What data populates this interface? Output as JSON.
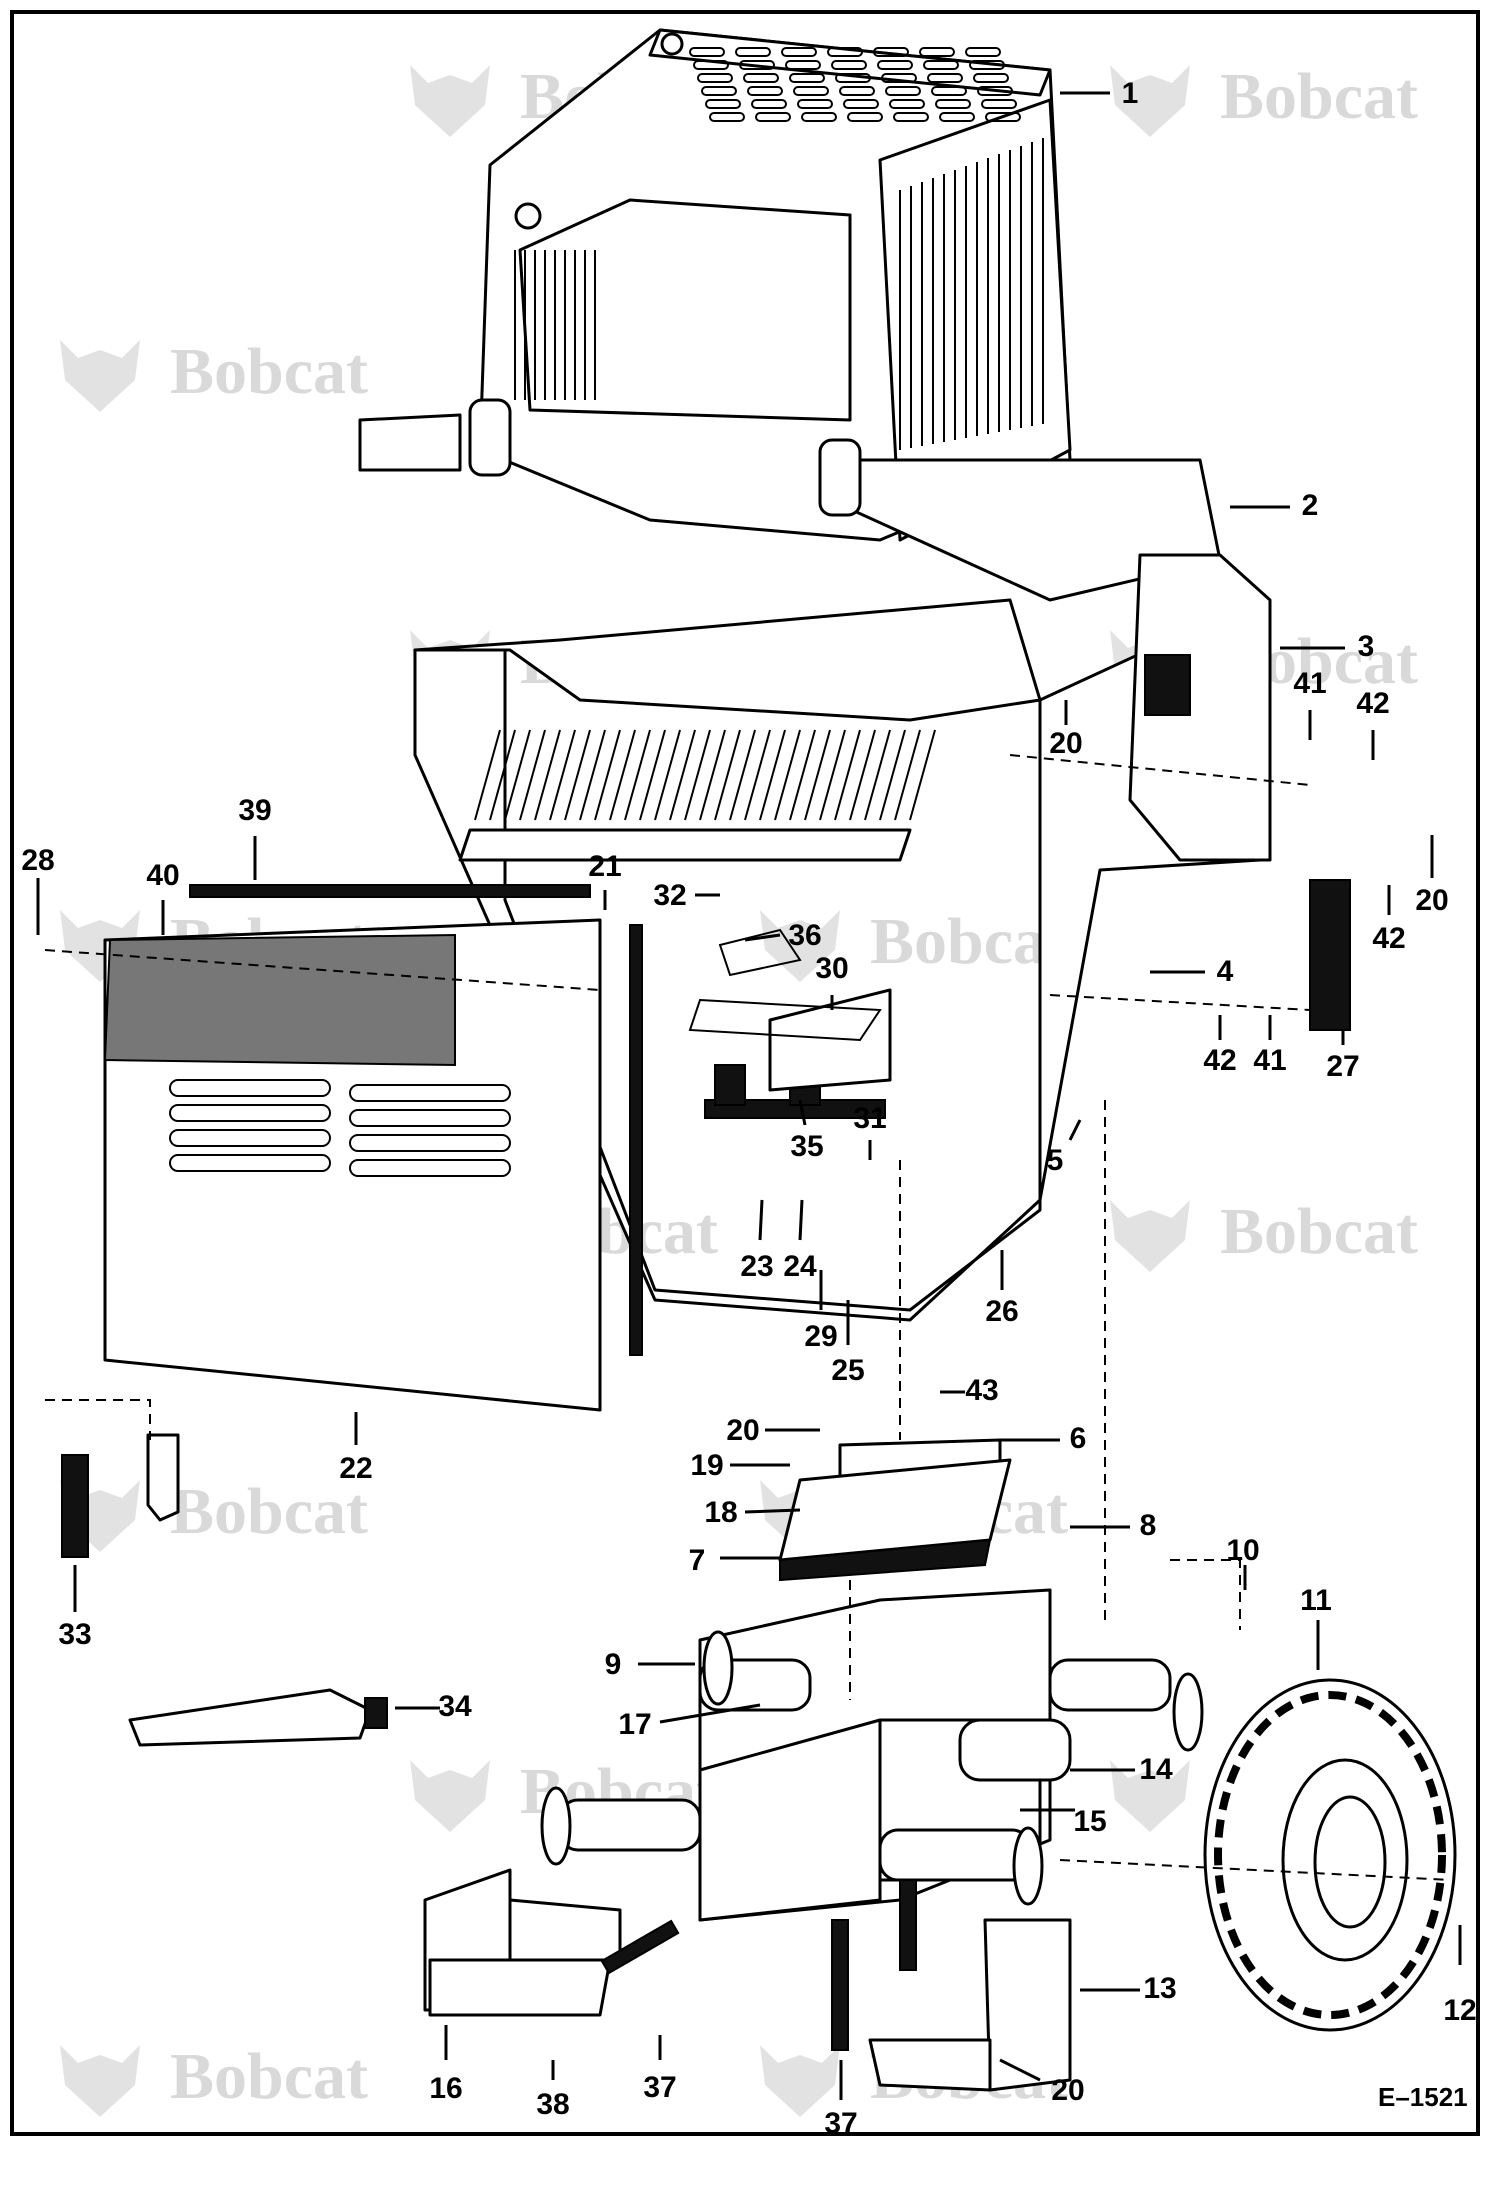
{
  "brand": {
    "watermark": "Bobcat"
  },
  "figure_ref": "E–1521",
  "callouts": [
    "1",
    "2",
    "3",
    "4",
    "5",
    "6",
    "7",
    "8",
    "9",
    "10",
    "11",
    "12",
    "13",
    "14",
    "15",
    "16",
    "17",
    "18",
    "19",
    "20",
    "20",
    "20",
    "20",
    "21",
    "22",
    "23",
    "24",
    "25",
    "26",
    "27",
    "28",
    "29",
    "30",
    "31",
    "32",
    "33",
    "34",
    "35",
    "36",
    "37",
    "37",
    "38",
    "39",
    "40",
    "41",
    "41",
    "42",
    "42",
    "42",
    "43"
  ],
  "icons": [
    "bobcat-logo-icon"
  ],
  "colors": {
    "ink": "#000000",
    "watermark": "#d9d9d9",
    "background": "#ffffff"
  }
}
